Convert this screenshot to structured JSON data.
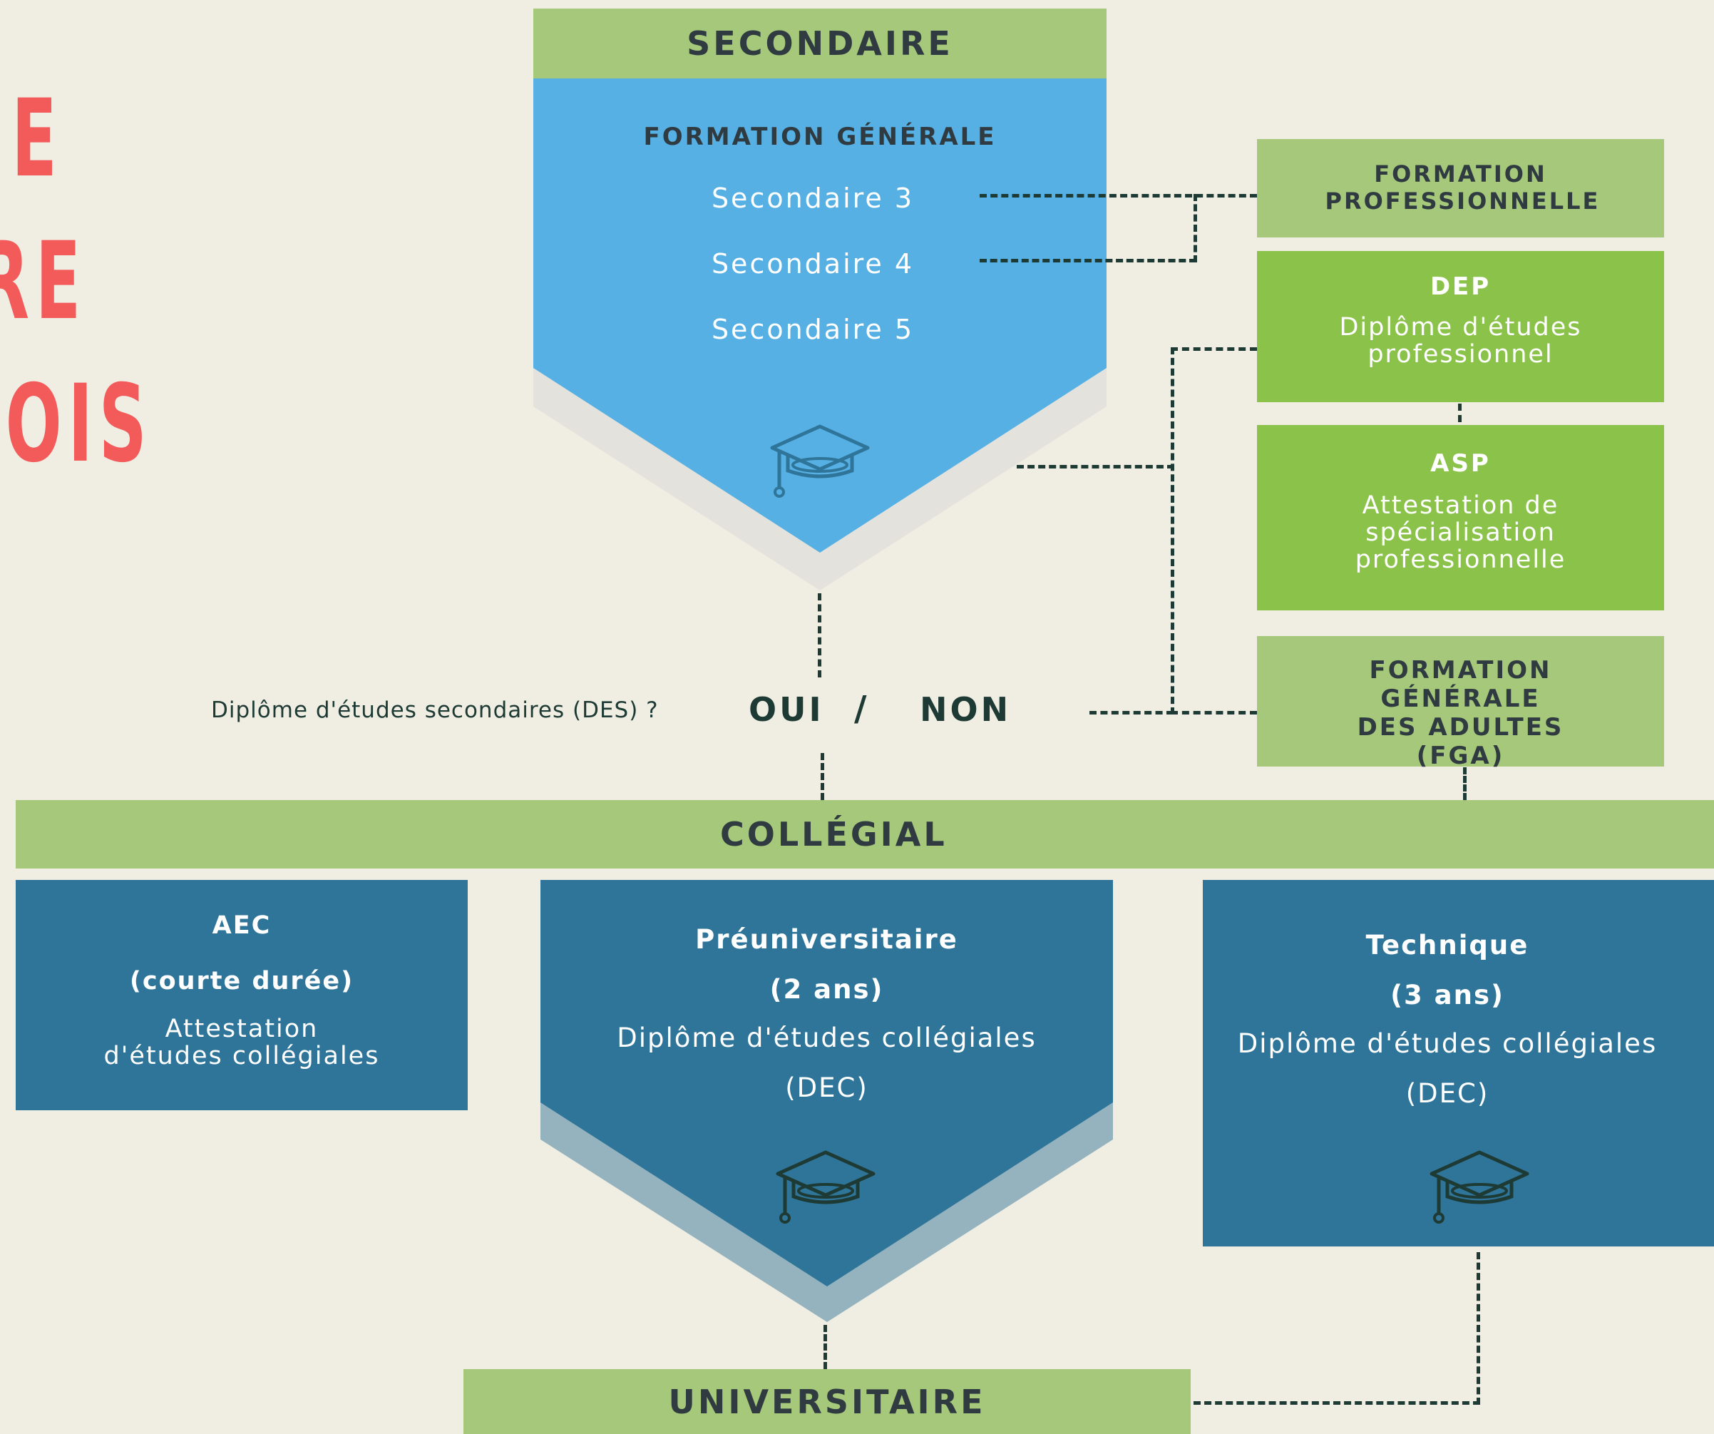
{
  "title_fragments": [
    "E",
    "RE",
    "OIS"
  ],
  "secondaire": {
    "header": "SECONDAIRE",
    "subheader": "FORMATION GÉNÉRALE",
    "levels": [
      "Secondaire 3",
      "Secondaire 4",
      "Secondaire 5"
    ],
    "icon": "graduation-cap-icon"
  },
  "formation_pro": {
    "header": "FORMATION PROFESSIONNELLE",
    "dep_title": "DEP",
    "dep_desc": "Diplôme d'études professionnel",
    "asp_title": "ASP",
    "asp_desc": "Attestation de spécialisation professionnelle"
  },
  "fga": {
    "label": "FORMATION GÉNÉRALE DES ADULTES (FGA)"
  },
  "question": {
    "text": "Diplôme d'études secondaires (DES) ?",
    "oui": "OUI",
    "slash": "/",
    "non": "NON"
  },
  "collegial": {
    "header": "COLLÉGIAL",
    "aec": {
      "title": "AEC",
      "duration": "(courte durée)",
      "desc": "Attestation d'études collégiales"
    },
    "preu": {
      "title": "Préuniversitaire",
      "duration": "(2 ans)",
      "desc": "Diplôme d'études collégiales",
      "abbr": "(DEC)",
      "icon": "graduation-cap-icon"
    },
    "technique": {
      "title": "Technique",
      "duration": "(3 ans)",
      "desc": "Diplôme d'études collégiales",
      "abbr": "(DEC)",
      "icon": "graduation-cap-icon"
    }
  },
  "universitaire": {
    "header": "UNIVERSITAIRE"
  },
  "colors": {
    "background": "#f0ede3",
    "light_green": "#a5c87a",
    "bright_green": "#8bc34a",
    "sky_blue": "#56b0e4",
    "dark_blue": "#2f7599",
    "connector": "#1e3a34",
    "title_red": "#f35a5a"
  }
}
